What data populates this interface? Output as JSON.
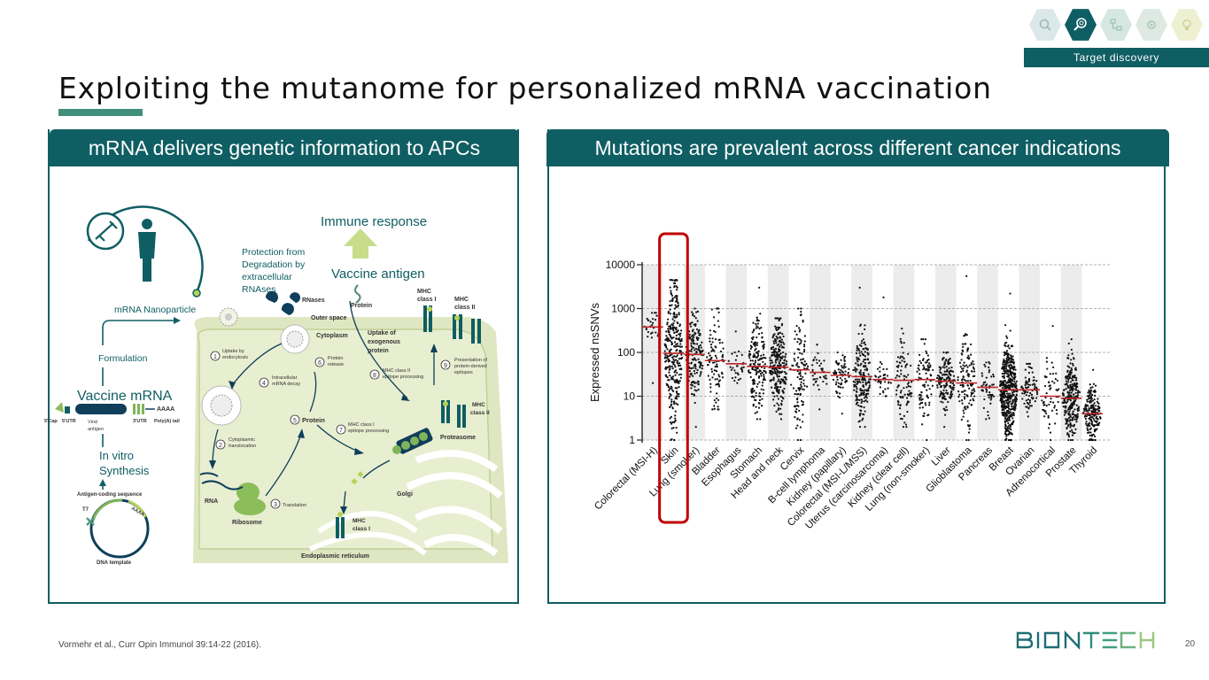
{
  "header": {
    "section_label": "Target discovery",
    "icons": [
      "microscope-icon",
      "magnifier-icon",
      "flowchart-icon",
      "gears-icon",
      "lightbulb-icon"
    ],
    "active_icon_index": 1
  },
  "title": "Exploiting the mutanome for personalized mRNA vaccination",
  "left_panel": {
    "heading": "mRNA delivers genetic information to APCs",
    "labels": {
      "immune_response": "Immune response",
      "protection": [
        "Protection from",
        "Degradation by",
        "extracellular",
        "RNAses"
      ],
      "rnases": "RNases",
      "vaccine_antigen": "Vaccine antigen",
      "protein": "Protein",
      "outer_space": "Outer space",
      "cytoplasm": "Cytoplasm",
      "uptake_exogenous": [
        "Uptake of",
        "exogenous",
        "protein"
      ],
      "mhc1_top": [
        "MHC",
        "class I"
      ],
      "mhc2_top": [
        "MHC",
        "class II"
      ],
      "mrna_nanoparticle": "mRNA Nanoparticle",
      "formulation": "Formulation",
      "vaccine_mrna": "Vaccine mRNA",
      "cap": "5'Cap",
      "utr5": "5'UTR",
      "viral_antigen": [
        "Viral",
        "antigen"
      ],
      "aaaa": "AAAA",
      "utr3": "3'UTR",
      "poly_a": "Poly(A) tail",
      "in_vitro": [
        "In vitro",
        "Synthesis"
      ],
      "antigen_coding": "Antigen-coding sequence",
      "t7": "T7",
      "aaaa_small": "AAAA",
      "dna_template": "DNA template",
      "step1": [
        "Uptake by",
        "endocytosis"
      ],
      "step2": [
        "Cytoplasmic",
        "translocation"
      ],
      "step3": "Translation",
      "step4": [
        "Intracellular",
        "mRNA decay"
      ],
      "step5": "Protein",
      "step6": [
        "Protein",
        "release"
      ],
      "step7": [
        "MHC class I",
        "epitope processing"
      ],
      "step8": [
        "MHC class II",
        "epitope processing"
      ],
      "step9": [
        "Presentation of",
        "protein-derived",
        "epitopes"
      ],
      "mhc2_right": [
        "MHC",
        "class II"
      ],
      "proteasome": "Proteasome",
      "rna": "RNA",
      "ribosome": "Ribosome",
      "golgi": "Golgi",
      "mhc1_bottom": [
        "MHC",
        "class I"
      ],
      "er": "Endoplasmic reticulum"
    }
  },
  "right_panel": {
    "heading": "Mutations are prevalent across different cancer indications"
  },
  "chart_data": {
    "type": "scatter",
    "ylabel": "Expressed nsSNVs",
    "y_scale": "log",
    "ylim": [
      1,
      10000
    ],
    "y_ticks": [
      1,
      10,
      100,
      1000,
      10000
    ],
    "y_tick_labels": [
      "1",
      "10",
      "100",
      "1000",
      "10000"
    ],
    "grid": "dashed horizontal at each decade",
    "alternating_column_shading": true,
    "highlighted_category": "Skin",
    "categories": [
      "Colorectal (MSI-H)",
      "Skin",
      "Lung (smoker)",
      "Bladder",
      "Esophagus",
      "Stomach",
      "Head and neck",
      "Cervix",
      "B-cell lymphoma",
      "Kidney (papillary)",
      "Colorectal (MSI-L/MSS)",
      "Uterus (carcinosarcoma)",
      "Kidney (clear cell)",
      "Lung (non-smoker)",
      "Liver",
      "Glioblastoma",
      "Pancreas",
      "Breast",
      "Ovarian",
      "Adrenocortical",
      "Prostate",
      "Thyroid"
    ],
    "medians": [
      380,
      95,
      90,
      65,
      55,
      48,
      46,
      40,
      35,
      30,
      28,
      24,
      23,
      24,
      22,
      20,
      16,
      14,
      14,
      10,
      9,
      4
    ],
    "approx_ranges": [
      [
        20,
        800
      ],
      [
        1,
        4500
      ],
      [
        2,
        1000
      ],
      [
        5,
        1000
      ],
      [
        20,
        300
      ],
      [
        3,
        3000
      ],
      [
        3,
        600
      ],
      [
        1,
        1000
      ],
      [
        5,
        150
      ],
      [
        4,
        100
      ],
      [
        2,
        3000
      ],
      [
        10,
        1800
      ],
      [
        2,
        350
      ],
      [
        1,
        200
      ],
      [
        2,
        100
      ],
      [
        1,
        5500
      ],
      [
        3,
        60
      ],
      [
        1,
        2200
      ],
      [
        1,
        55
      ],
      [
        1,
        400
      ],
      [
        1,
        200
      ],
      [
        1,
        40
      ]
    ],
    "approx_point_counts": [
      30,
      320,
      170,
      100,
      30,
      180,
      260,
      120,
      40,
      70,
      190,
      40,
      90,
      90,
      150,
      130,
      50,
      500,
      80,
      60,
      260,
      200
    ],
    "median_color": "#c0262a",
    "point_color": "#111111",
    "highlight_color": "#c00000"
  },
  "footer": {
    "reference": "Vormehr et al., Curr Opin Immunol 39:14-22 (2016).",
    "page_number": "20",
    "logo_text": "BIONTECH"
  },
  "colors": {
    "teal_dark": "#0f5e63",
    "green_accent": "#3f8f79",
    "cell_fill": "#dfe7c2",
    "arrow_green": "#c8dc8a"
  }
}
